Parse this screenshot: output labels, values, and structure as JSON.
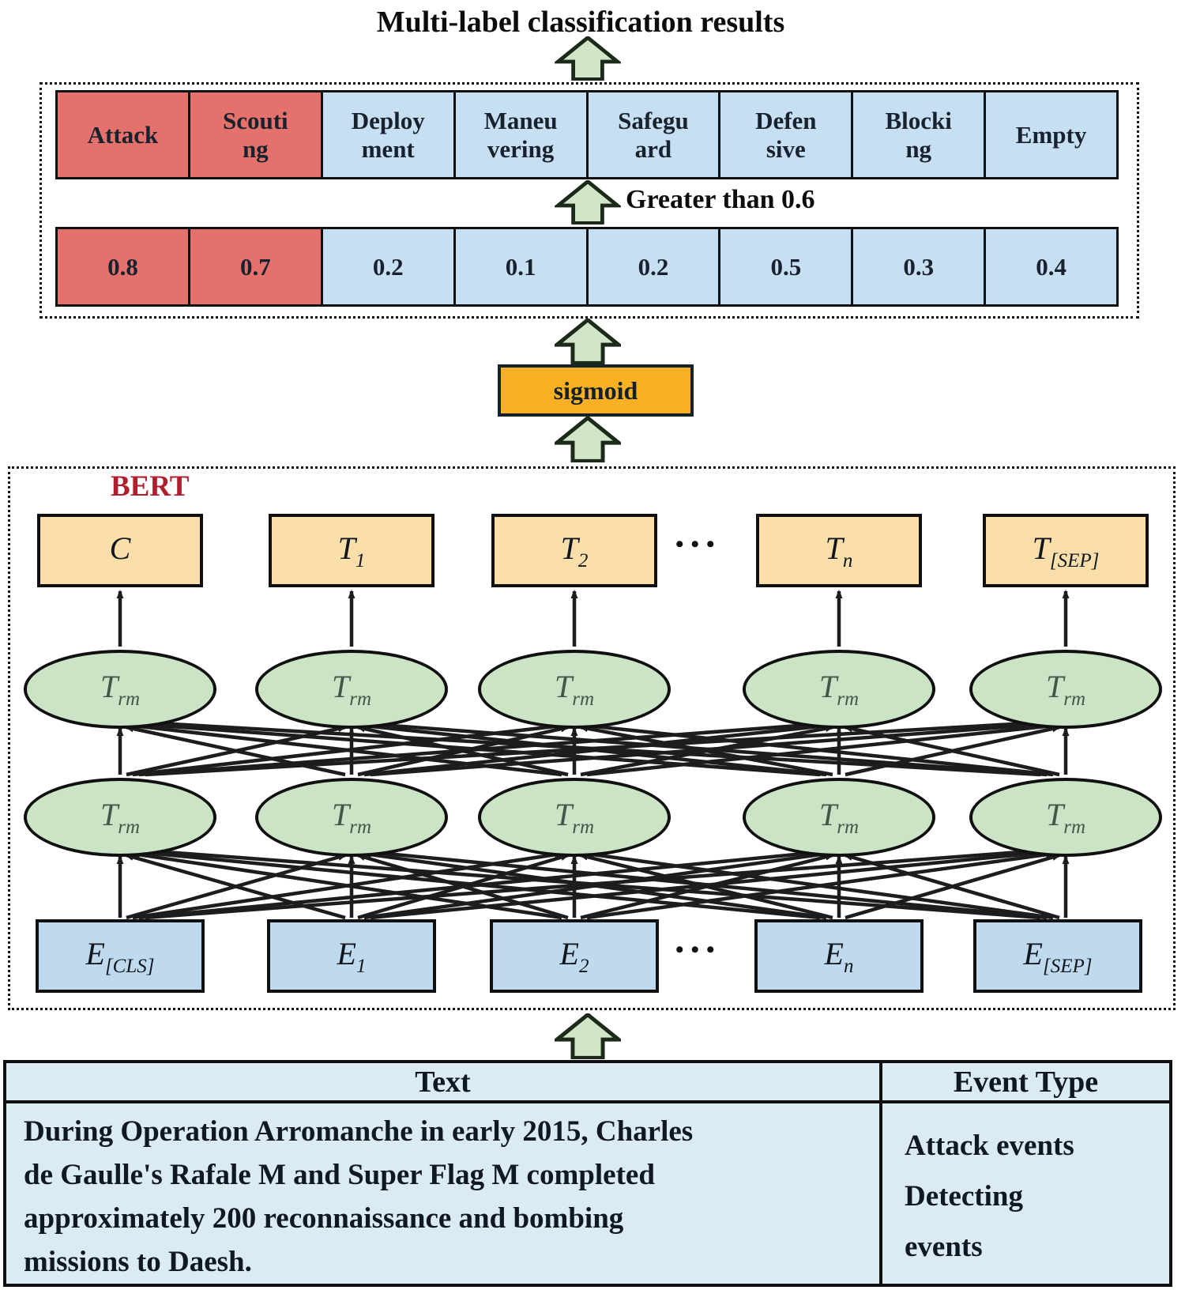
{
  "title": "Multi-label classification results",
  "results_panel": {
    "labels": [
      {
        "text": "Attack",
        "highlighted": true
      },
      {
        "text": "Scouti\nng",
        "highlighted": true
      },
      {
        "text": "Deploy\nment",
        "highlighted": false
      },
      {
        "text": "Maneu\nvering",
        "highlighted": false
      },
      {
        "text": "Safegu\nard",
        "highlighted": false
      },
      {
        "text": "Defen\nsive",
        "highlighted": false
      },
      {
        "text": "Blocki\nng",
        "highlighted": false
      },
      {
        "text": "Empty",
        "highlighted": false
      }
    ],
    "threshold_label": "Greater than 0.6",
    "scores": [
      {
        "value": "0.8",
        "highlighted": true
      },
      {
        "value": "0.7",
        "highlighted": true
      },
      {
        "value": "0.2",
        "highlighted": false
      },
      {
        "value": "0.1",
        "highlighted": false
      },
      {
        "value": "0.2",
        "highlighted": false
      },
      {
        "value": "0.5",
        "highlighted": false
      },
      {
        "value": "0.3",
        "highlighted": false
      },
      {
        "value": "0.4",
        "highlighted": false
      }
    ]
  },
  "sigmoid_label": "sigmoid",
  "bert": {
    "label": "BERT",
    "outputs": [
      {
        "main": "C",
        "sub": ""
      },
      {
        "main": "T",
        "sub": "1"
      },
      {
        "main": "T",
        "sub": "2"
      },
      {
        "main": "T",
        "sub": "n"
      },
      {
        "main": "T",
        "sub": "[SEP]"
      }
    ],
    "trm": {
      "main": "T",
      "sub": "rm"
    },
    "inputs": [
      {
        "main": "E",
        "sub": "[CLS]"
      },
      {
        "main": "E",
        "sub": "1"
      },
      {
        "main": "E",
        "sub": "2"
      },
      {
        "main": "E",
        "sub": "n"
      },
      {
        "main": "E",
        "sub": "[SEP]"
      }
    ],
    "ellipsis": "•••"
  },
  "table": {
    "headers": {
      "text": "Text",
      "event_type": "Event Type"
    },
    "row": {
      "text": "During Operation Arromanche in early 2015, Charles\nde Gaulle's Rafale M and Super Flag M completed\napproximately 200 reconnaissance and bombing\nmissions to Daesh.",
      "event_type": "Attack events\nDetecting\nevents"
    }
  },
  "colors": {
    "highlight_red": "#e4716b",
    "cell_blue": "#c6dff2",
    "arrow_green_fill": "#d2e5c9",
    "arrow_green_stroke": "#1c2a1a",
    "sigmoid_gold": "#f9b022",
    "output_box_peach": "#fbdfab",
    "trm_ellipse_green": "#cbe4c6",
    "input_box_blue": "#bfd9ee",
    "table_cyan": "#daebf1",
    "bert_label_red": "#b01f2e"
  }
}
